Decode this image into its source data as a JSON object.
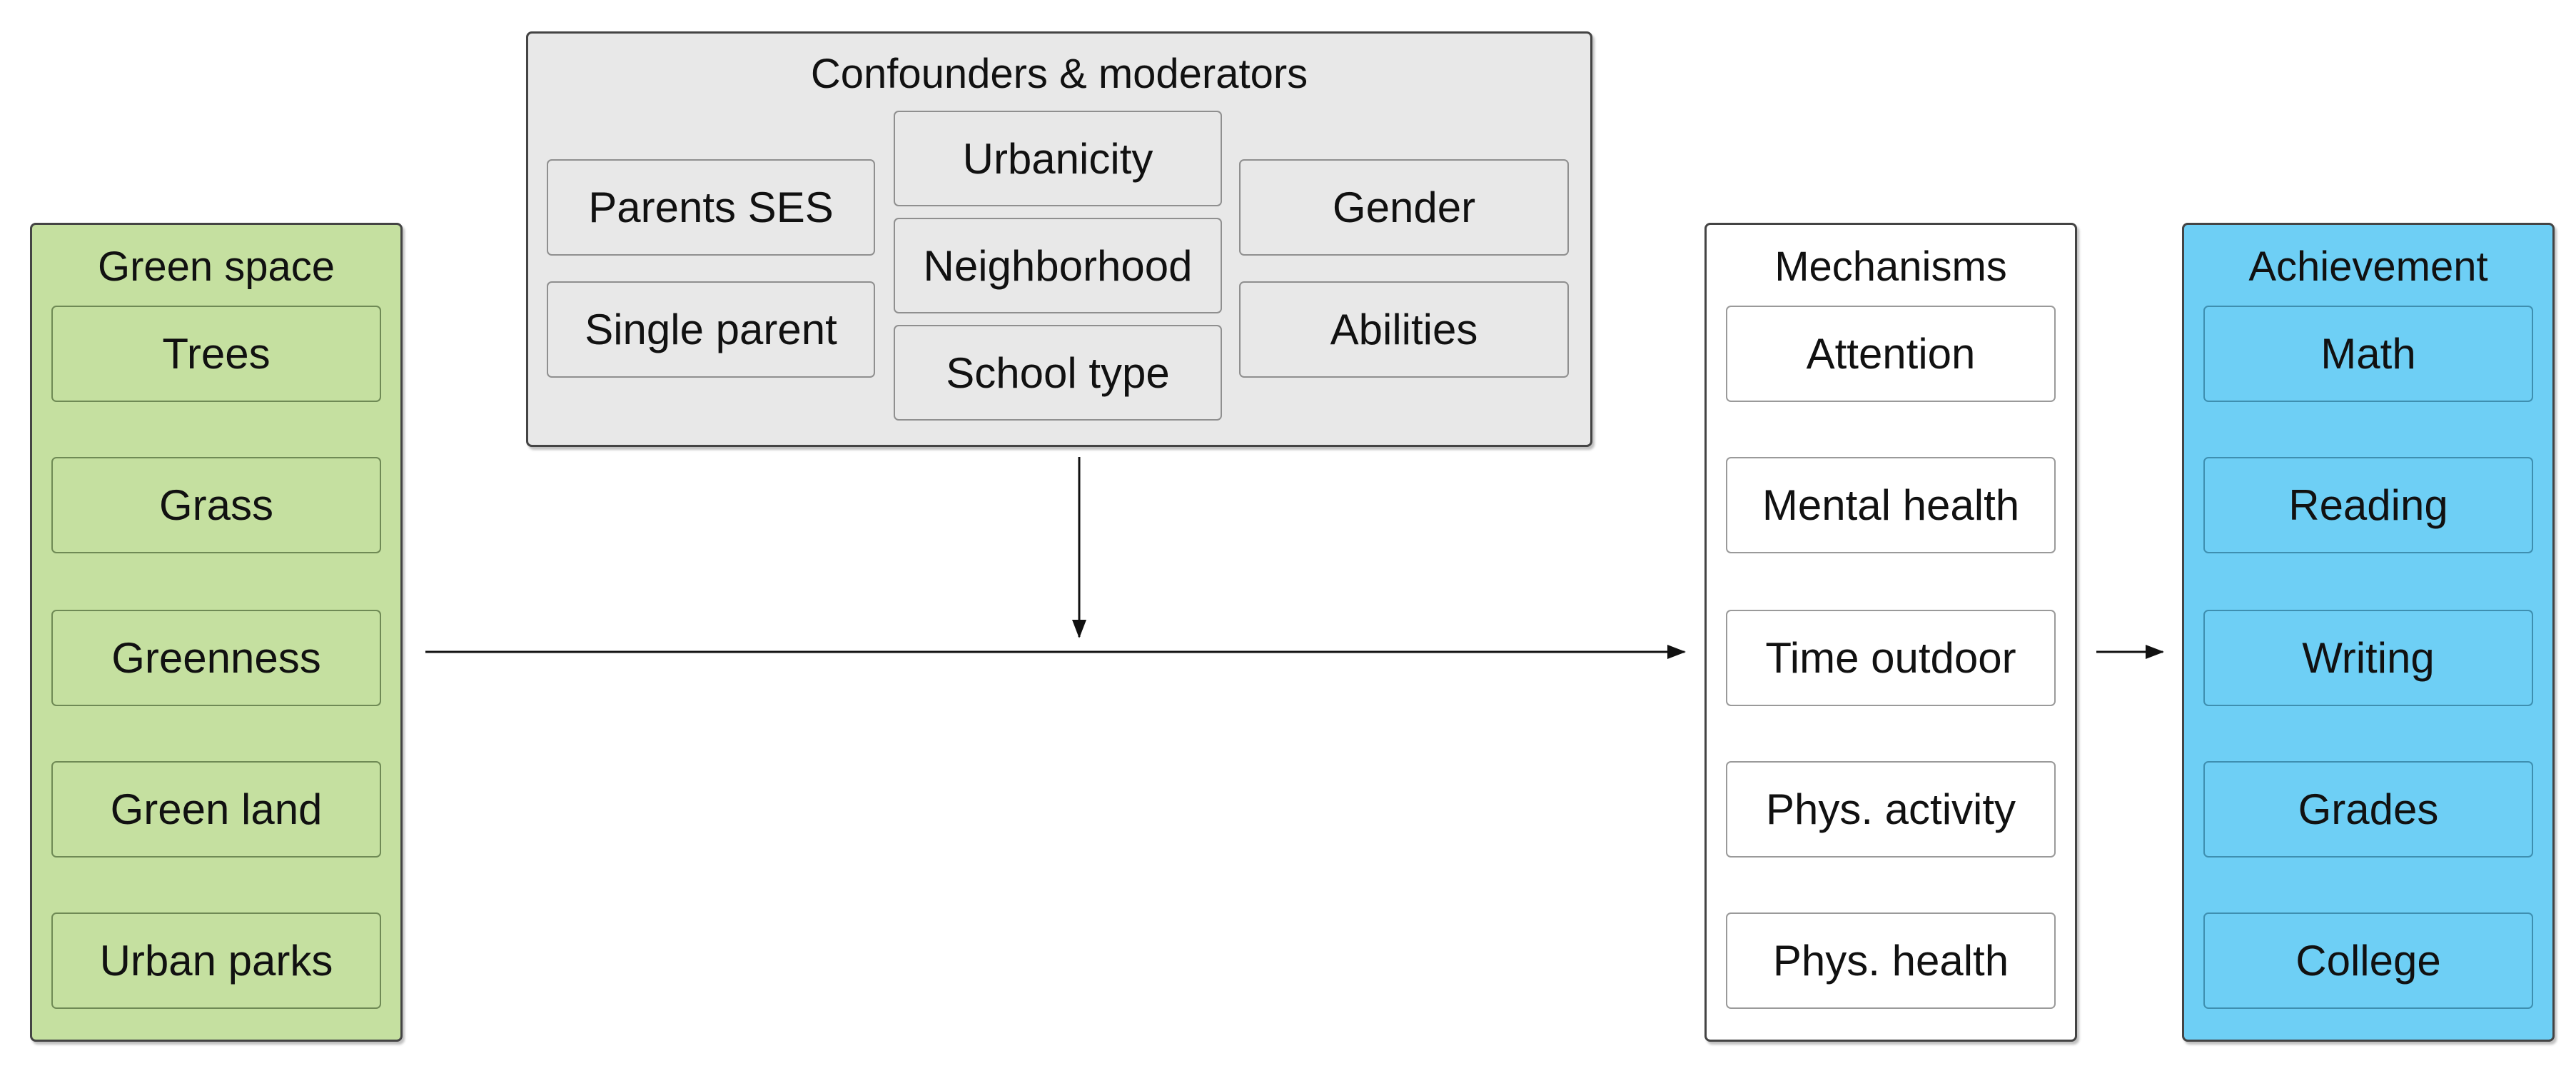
{
  "green_space": {
    "title": "Green space",
    "items": [
      "Trees",
      "Grass",
      "Greenness",
      "Green land",
      "Urban parks"
    ]
  },
  "confounders": {
    "title": "Confounders & moderators",
    "left": [
      "Parents SES",
      "Single parent"
    ],
    "middle": [
      "Urbanicity",
      "Neighborhood",
      "School type"
    ],
    "right": [
      "Gender",
      "Abilities"
    ]
  },
  "mechanisms": {
    "title": "Mechanisms",
    "items": [
      "Attention",
      "Mental health",
      "Time outdoor",
      "Phys. activity",
      "Phys. health"
    ]
  },
  "achievement": {
    "title": "Achievement",
    "items": [
      "Math",
      "Reading",
      "Writing",
      "Grades",
      "College"
    ]
  },
  "colors": {
    "green": "#c5e0a0",
    "grey": "#e8e8e8",
    "blue": "#6ecff5",
    "white": "#ffffff"
  }
}
